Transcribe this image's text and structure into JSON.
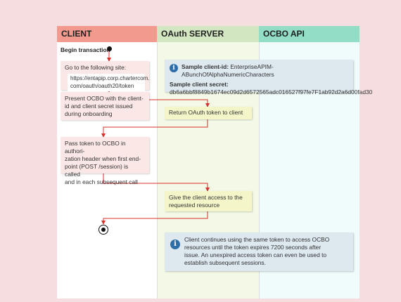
{
  "lanes": {
    "client": "CLIENT",
    "oauth": "OAuth SERVER",
    "ocbo": "OCBO API"
  },
  "begin_label": "Begin transaction",
  "steps": {
    "goto_site": "Go to the following site:",
    "url_line1": "https://entapip.corp.chartercom.",
    "url_line2": "com/oauth/oauth20/token",
    "present_line1": "Present OCBO with the client-",
    "present_line2": "id and client secret issued",
    "present_line3": "during onboarding",
    "return_token": "Return OAuth token to client",
    "pass_line1": "Pass token to OCBO in authori-",
    "pass_line2": "zation header when first end-",
    "pass_line3": "point (POST /session) is called",
    "pass_line4": "and in each subsequent call",
    "access_line1": "Give the client access to the",
    "access_line2": "requested resource"
  },
  "sample": {
    "client_id_label": "Sample client-id:",
    "client_id_value": "EnterpriseAPIM-ABunchOfAlphaNumericCharacters",
    "secret_label": "Sample client secret:",
    "secret_value": "db6a6bbf8849b1674ec09d2d6572565adc016527f97fe7F1ab92d2a6d00fad30"
  },
  "note": {
    "line1": "Client continues using the same token to access OCBO",
    "line2": "resources until the token expires 7200 seconds after",
    "line3": "issue. An unexpired access token can even be used to",
    "line4": "establish subsequent sessions."
  },
  "icons": {
    "info": "info-icon",
    "start": "start-node",
    "end": "end-node"
  },
  "colors": {
    "client_header": "#f39a8f",
    "oauth_header": "#d3e6c2",
    "ocbo_header": "#93dcc6",
    "arrow": "#d9302b",
    "info_icon": "#2d6ea8"
  }
}
